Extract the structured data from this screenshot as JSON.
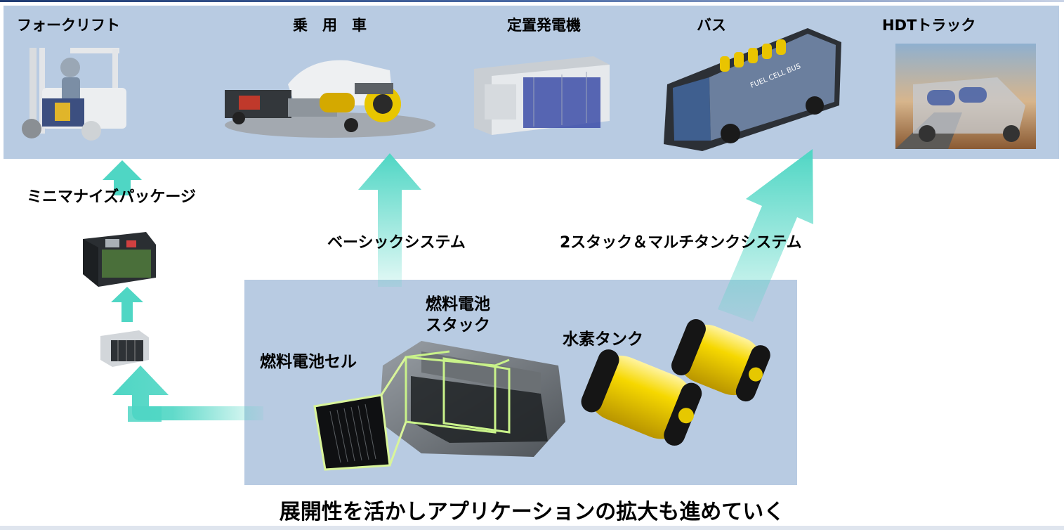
{
  "applications": {
    "forklift": "フォークリフト",
    "passenger_car": "乗　用　車",
    "stationary_generator": "定置発電機",
    "bus": "バス",
    "hdt_truck": "HDTトラック"
  },
  "paths": {
    "miniaturized_package": "ミニマナイズパッケージ",
    "basic_system": "ベーシックシステム",
    "dual_stack_multi_tank": "2スタック＆マルチタンクシステム"
  },
  "core": {
    "fuel_cell_stack": "燃料電池\nスタック",
    "fuel_cell_stack_line1": "燃料電池",
    "fuel_cell_stack_line2": "スタック",
    "hydrogen_tank": "水素タンク",
    "fuel_cell_cell": "燃料電池セル"
  },
  "footer": "展開性を活かしアプリケーションの拡大も進めていく",
  "colors": {
    "panel": "#b8cbe2",
    "arrow": "#4fd6c4",
    "tank_yellow": "#f2d000"
  },
  "bus_decal": "FUEL CELL BUS"
}
